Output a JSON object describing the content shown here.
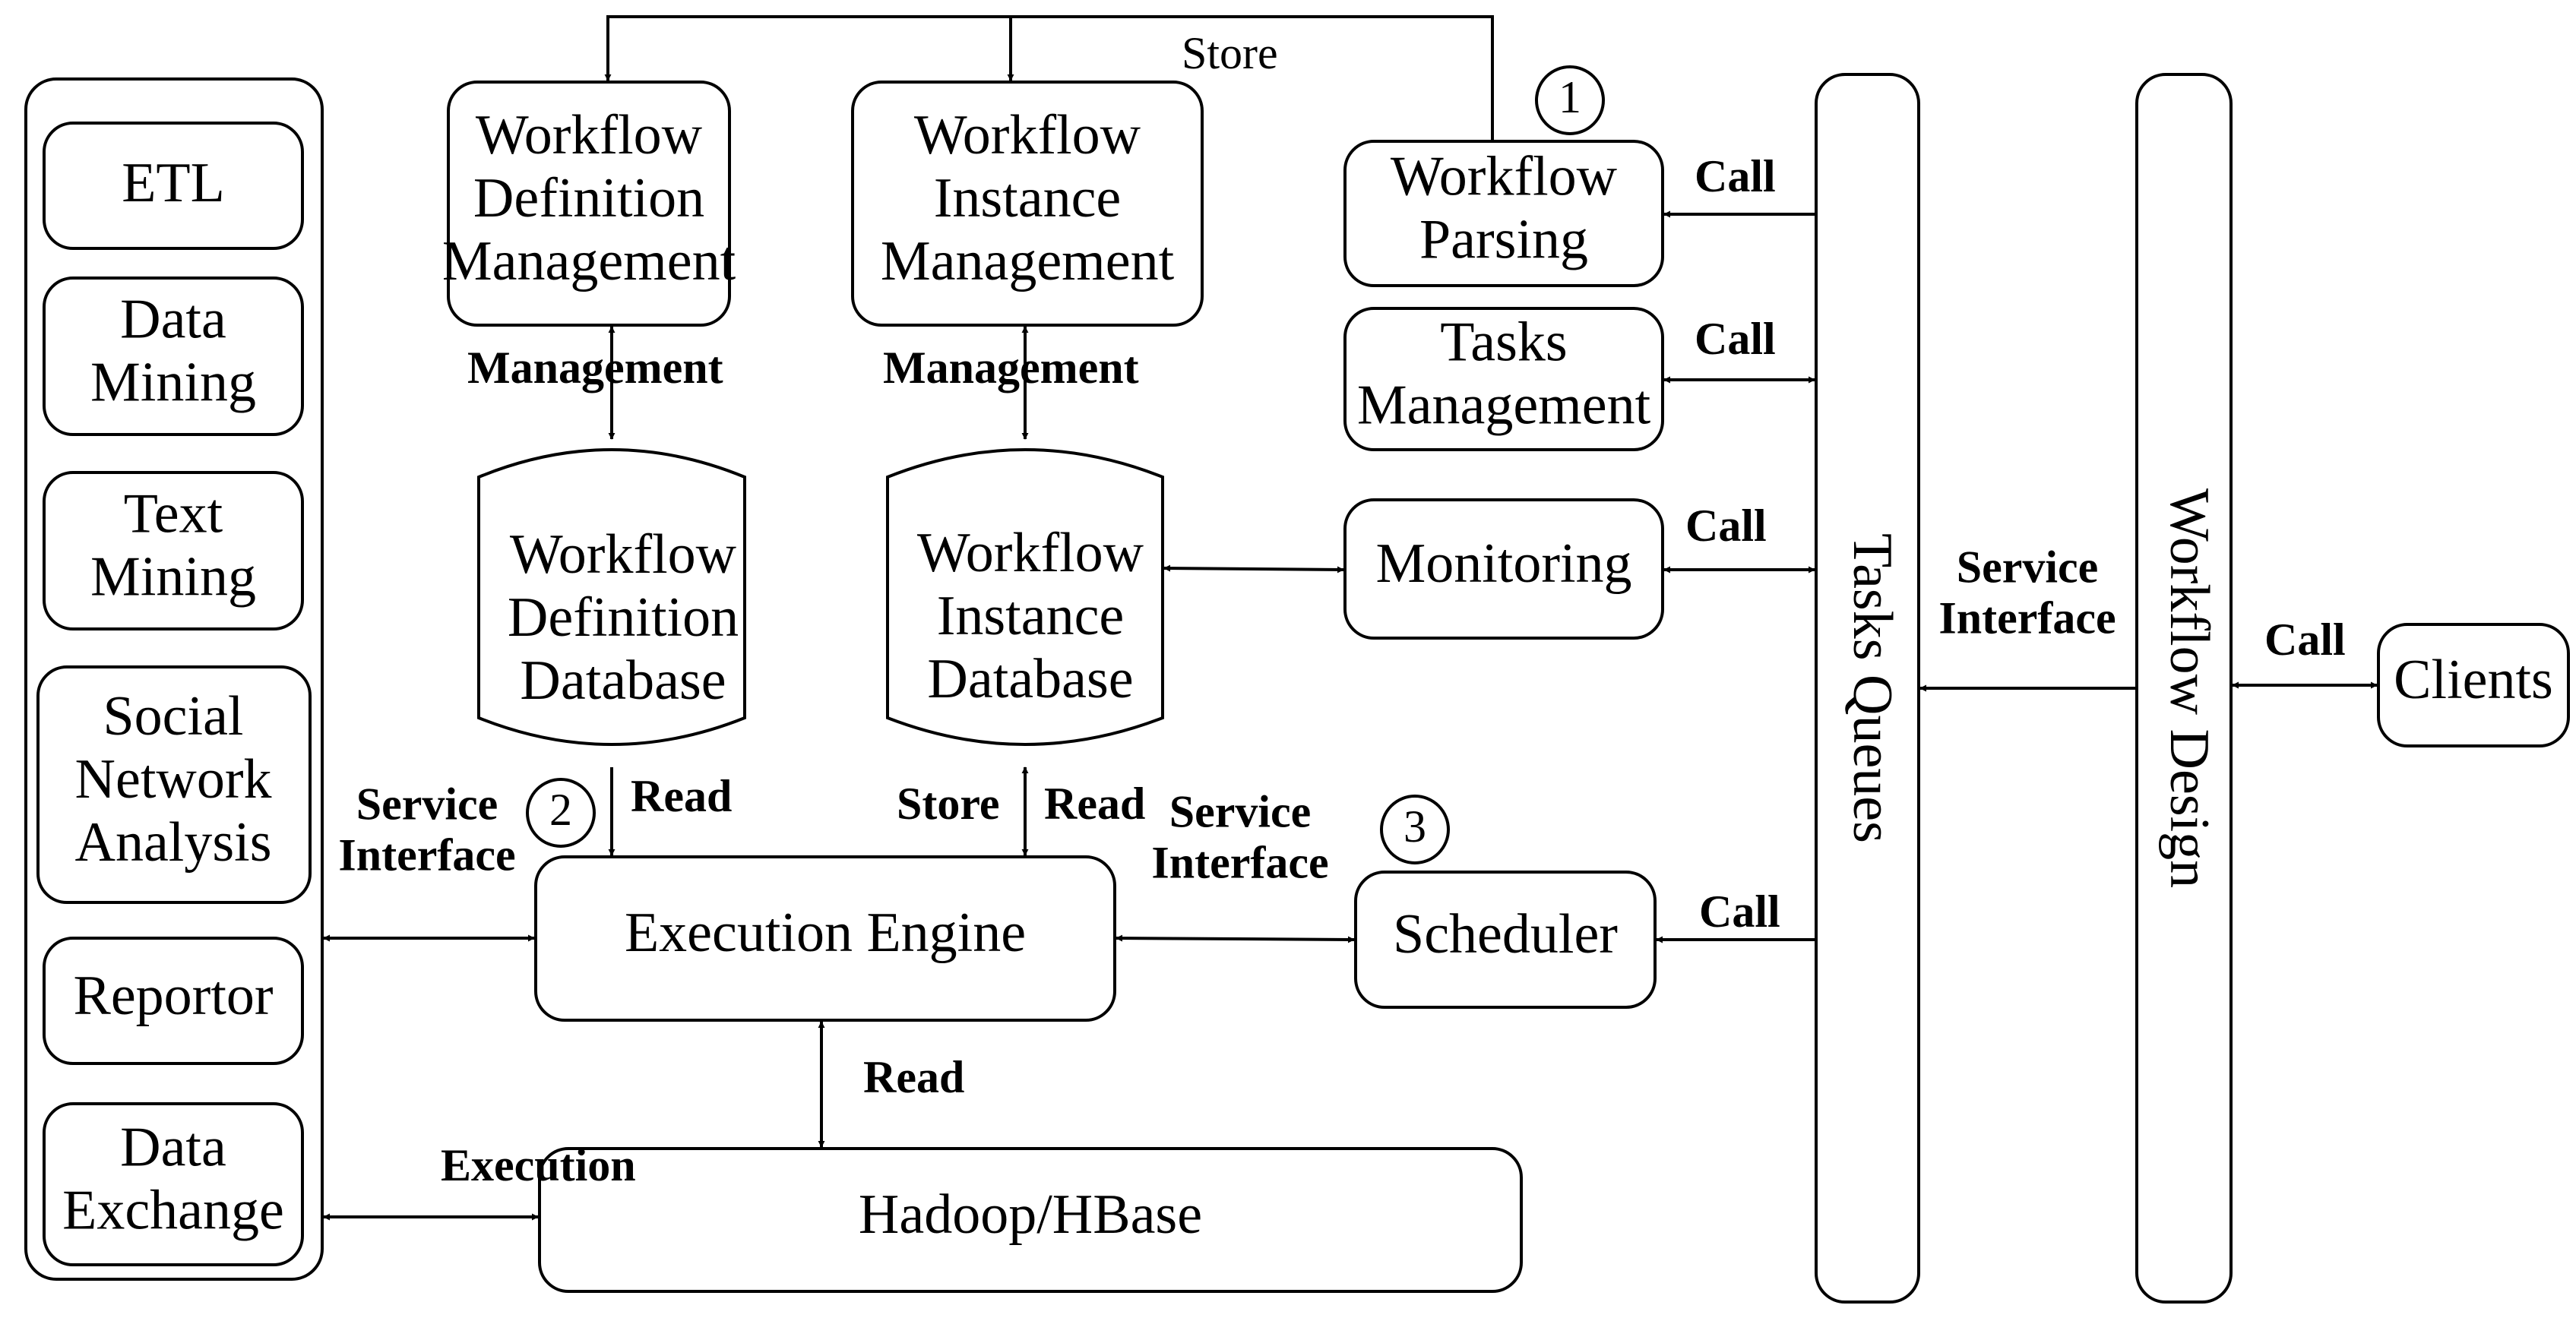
{
  "left_panel": {
    "items": [
      "ETL",
      "Data|Mining",
      "Text|Mining",
      "Social|Network|Analysis",
      "Reportor",
      "Data|Exchange"
    ]
  },
  "workflow_definition_management": "Workflow|Definition|Management",
  "workflow_instance_management": "Workflow|Instance|Management",
  "workflow_parsing": "Workflow|Parsing",
  "tasks_management": "Tasks|Management",
  "monitoring": "Monitoring",
  "workflow_definition_database": "Workflow|Definition|Database",
  "workflow_instance_database": "Workflow|Instance|Database",
  "execution_engine": "Execution Engine",
  "scheduler": "Scheduler",
  "hadoop_hbase": "Hadoop/HBase",
  "tasks_queues": "Tasks Queues",
  "workflow_design": "Workflow Design",
  "clients": "Clients",
  "step_numbers": [
    "1",
    "2",
    "3"
  ],
  "edge_labels": {
    "store_top": "Store",
    "call_parsing": "Call",
    "call_tasks": "Call",
    "call_monitoring": "Call",
    "call_scheduler": "Call",
    "call_clients": "Call",
    "management_def": "Management",
    "management_inst": "Management",
    "read_def": "Read",
    "store_inst": "Store",
    "read_inst": "Read",
    "read_hadoop": "Read",
    "service_interface_left": "Service|Interface",
    "service_interface_mid": "Service|Interface",
    "service_interface_right": "Service|Interface",
    "execution": "Execution"
  }
}
